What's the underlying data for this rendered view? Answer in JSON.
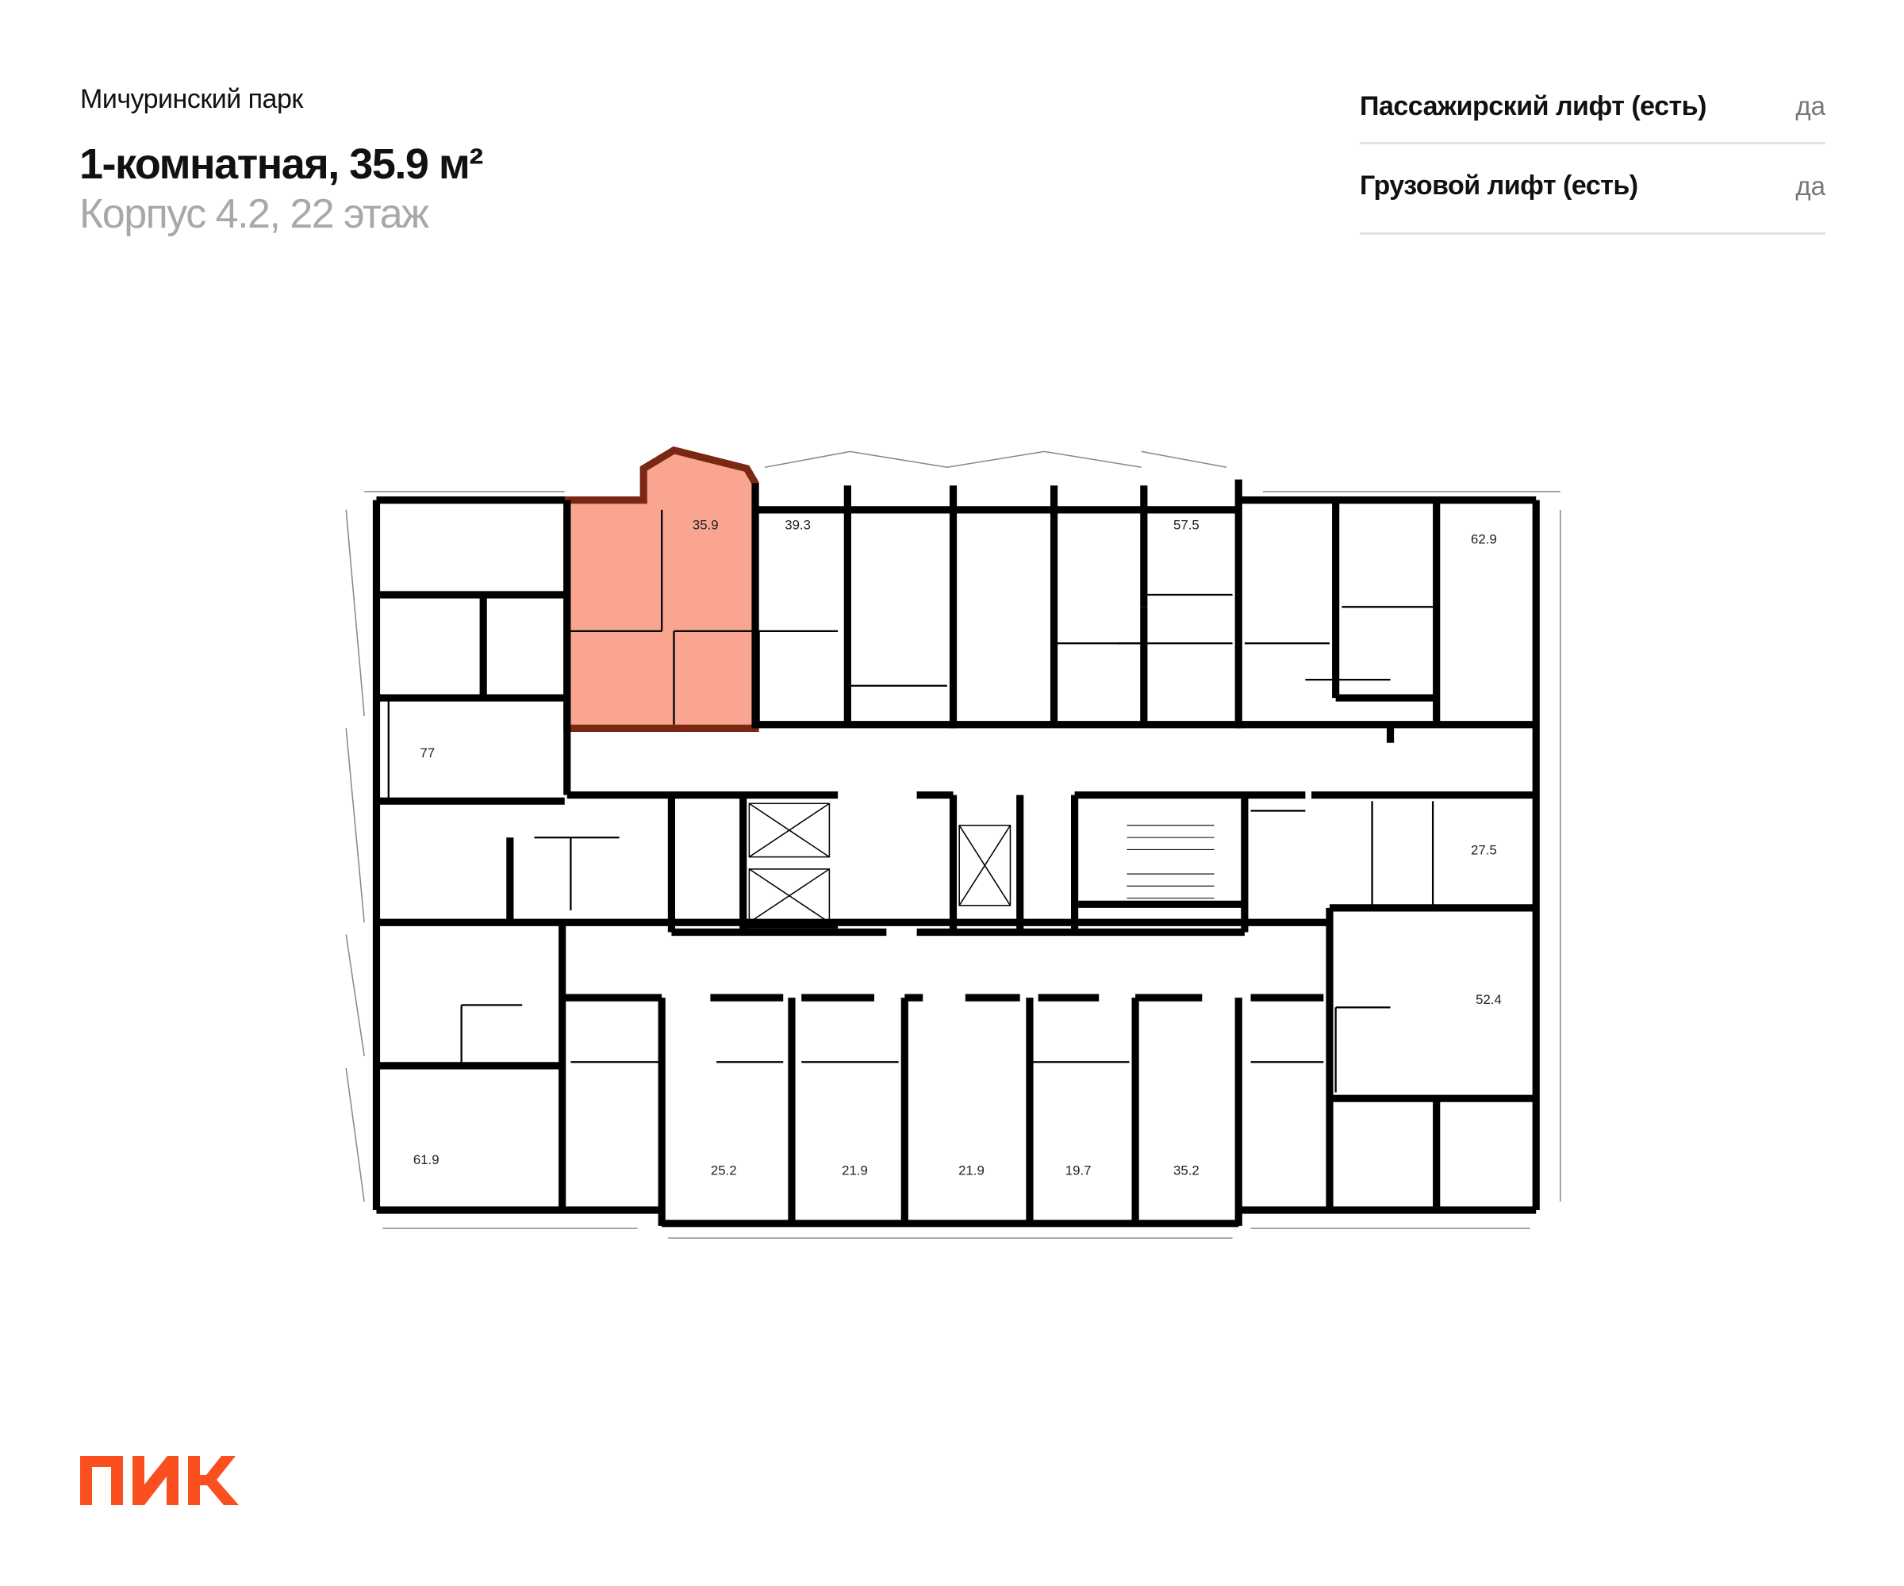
{
  "header": {
    "project": "Мичуринский парк",
    "apartment_title": "1-комнатная, 35.9 м²",
    "building_floor": "Корпус 4.2, 22 этаж"
  },
  "features": [
    {
      "label": "Пассажирский лифт (есть)",
      "value": "да"
    },
    {
      "label": "Грузовой лифт (есть)",
      "value": "да"
    }
  ],
  "plan": {
    "highlight_color": "#f9a590",
    "highlight_border": "#7a2814",
    "wall_color": "#000000",
    "selected_unit": "35.9",
    "units": [
      {
        "area": "35.9"
      },
      {
        "area": "39.3"
      },
      {
        "area": "57.5"
      },
      {
        "area": "62.9"
      },
      {
        "area": "77"
      },
      {
        "area": "27.5"
      },
      {
        "area": "52.4"
      },
      {
        "area": "61.9"
      },
      {
        "area": "25.2"
      },
      {
        "area": "21.9"
      },
      {
        "area": "21.9"
      },
      {
        "area": "19.7"
      },
      {
        "area": "35.2"
      }
    ]
  },
  "logo": {
    "text": "ПИК",
    "color": "#fa5020"
  }
}
